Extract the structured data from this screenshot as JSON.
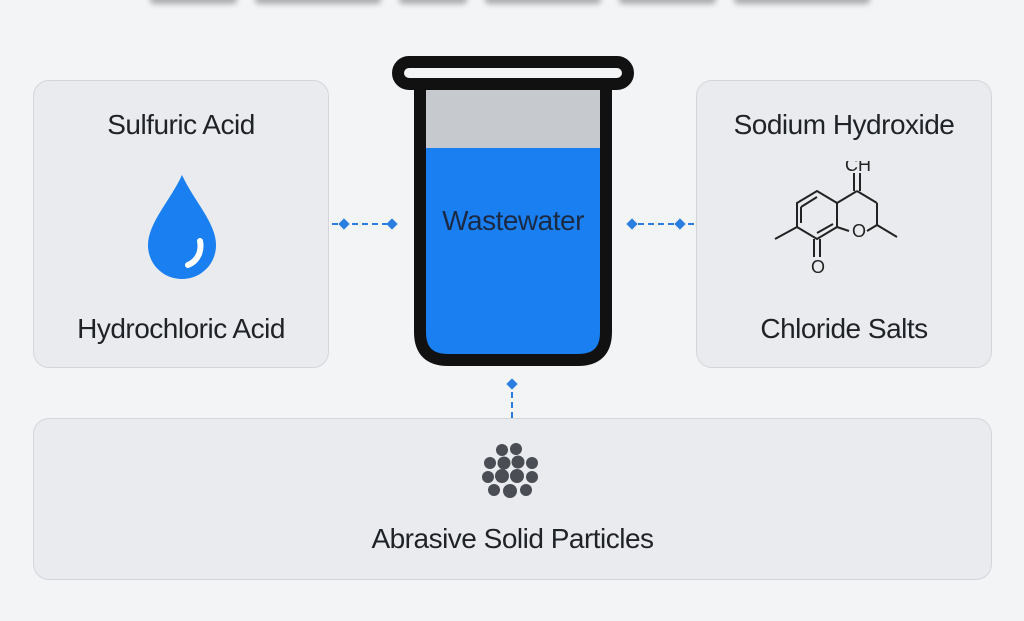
{
  "diagram": {
    "center": {
      "label": "Wastewater"
    },
    "left_panel": {
      "top_label": "Sulfuric Acid",
      "bottom_label": "Hydrochloric Acid",
      "icon": "droplet-icon"
    },
    "right_panel": {
      "top_label": "Sodium Hydroxide",
      "bottom_label": "Chloride Salts",
      "icon": "molecule-structure-icon",
      "molecule_atoms": {
        "ch": "CH",
        "o_ring": "O",
        "o_carbonyl": "O"
      }
    },
    "bottom_panel": {
      "label": "Abrasive Solid Particles",
      "icon": "particles-icon"
    },
    "colors": {
      "water": "#1a7ff0",
      "beaker_outline": "#111111",
      "connector": "#2a7ee0",
      "panel_bg": "#e9ebee"
    }
  }
}
